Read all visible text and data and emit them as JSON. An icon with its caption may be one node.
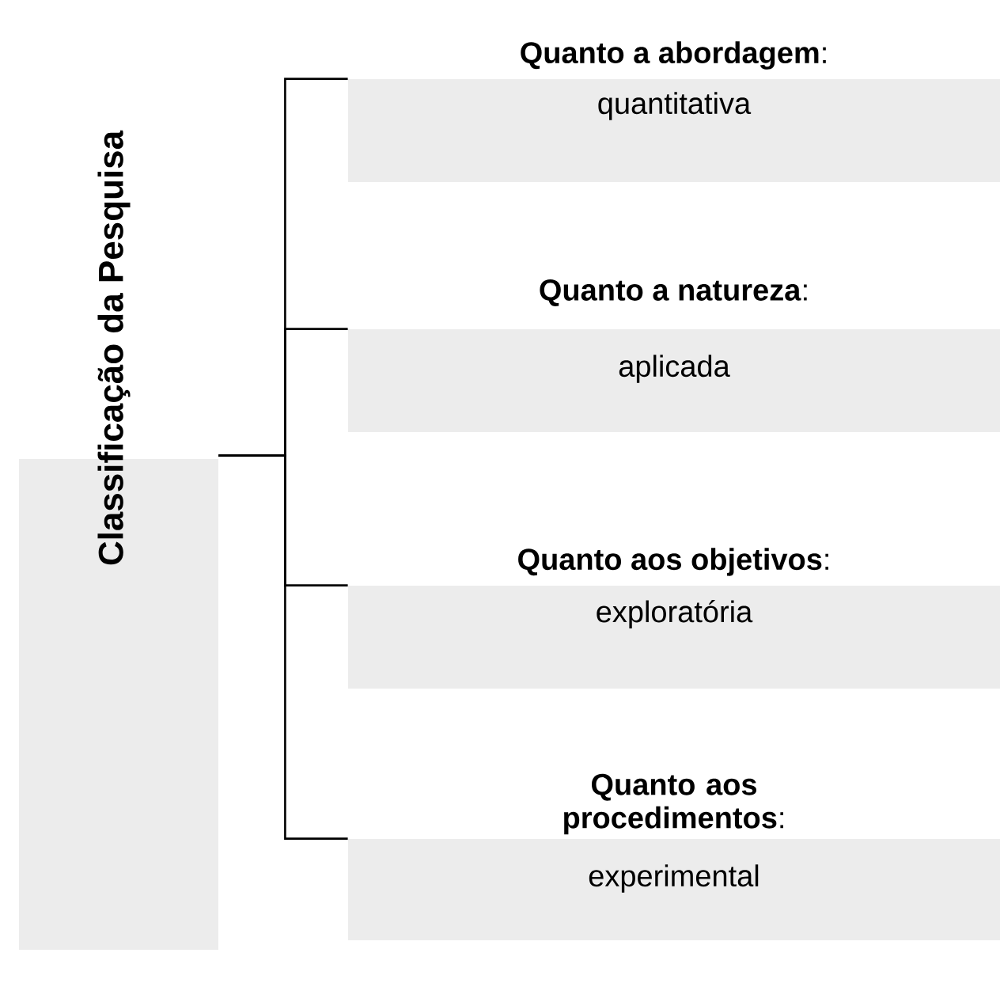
{
  "diagram": {
    "nodes": [
      {
        "text": [
          "Classificação da Pesquisa"
        ]
      },
      {
        "text": [
          "**Quanto a abordagem**:",
          "quantitativa"
        ]
      },
      {
        "text": [
          "**Quanto a natureza**:",
          "aplicada"
        ]
      },
      {
        "text": [
          "**Quanto aos objetivos**:",
          "exploratória"
        ]
      },
      {
        "text": [
          "**Quanto aos procedimentos**:",
          "experimental"
        ]
      }
    ],
    "edges": [
      {
        "from": 0,
        "to": 1,
        "arrow": "none"
      },
      {
        "from": 0,
        "to": 2,
        "arrow": "none"
      },
      {
        "from": 0,
        "to": 3,
        "arrow": "none"
      },
      {
        "from": 0,
        "to": 4,
        "arrow": "none"
      }
    ]
  }
}
